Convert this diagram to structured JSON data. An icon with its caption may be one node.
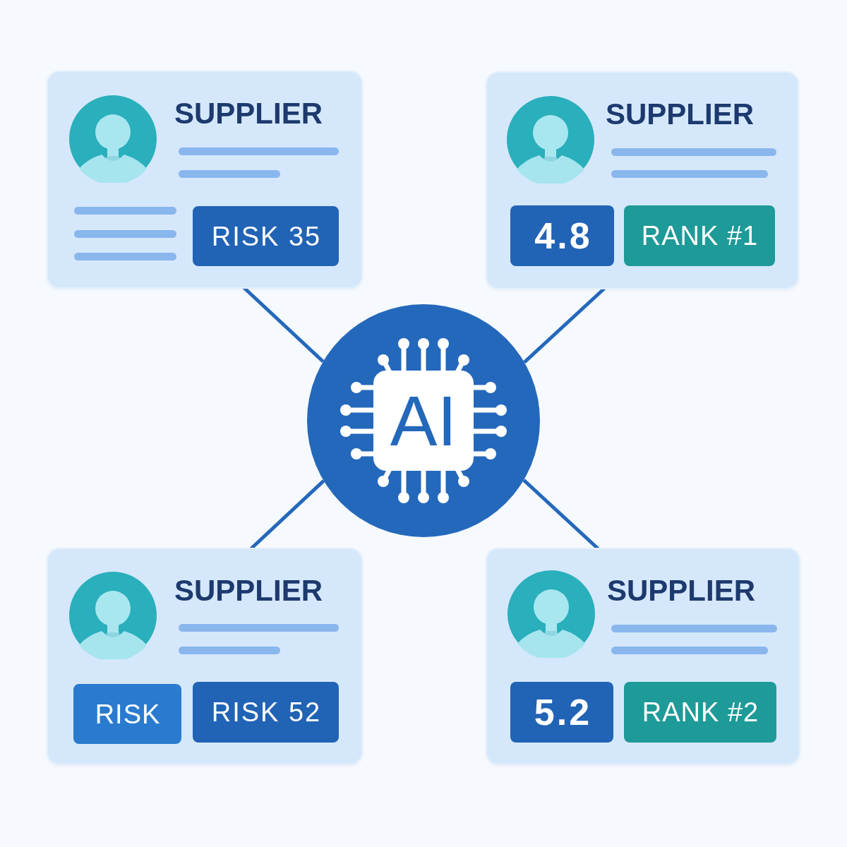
{
  "diagram": {
    "nodes": [
      {
        "text": [
          "SUPPLIER"
        ]
      },
      {
        "text": [
          "RISK 35"
        ],
        "in": 0
      },
      {
        "text": [
          "SUPPLIER"
        ]
      },
      {
        "text": [
          "4.8"
        ],
        "in": 2
      },
      {
        "text": [
          "RANK #1"
        ],
        "in": 2
      },
      {
        "text": [],
        "shape": "circle"
      },
      {
        "text": [
          "AI"
        ],
        "in": 5
      },
      {
        "text": [
          "SUPPLIER"
        ]
      },
      {
        "text": [
          "RISK"
        ],
        "in": 7
      },
      {
        "text": [
          "RISK 52"
        ],
        "in": 7
      },
      {
        "text": [
          "SUPPLIER"
        ]
      },
      {
        "text": [
          "5.2"
        ],
        "in": 10
      },
      {
        "text": [
          "RANK #2"
        ],
        "in": 10
      }
    ],
    "edges": [
      {
        "from": 5,
        "to": 0,
        "arrow": "none"
      },
      {
        "from": 5,
        "to": 2,
        "arrow": "none"
      },
      {
        "from": 5,
        "to": 7,
        "arrow": "none"
      },
      {
        "from": 5,
        "to": 10,
        "arrow": "none"
      }
    ]
  }
}
